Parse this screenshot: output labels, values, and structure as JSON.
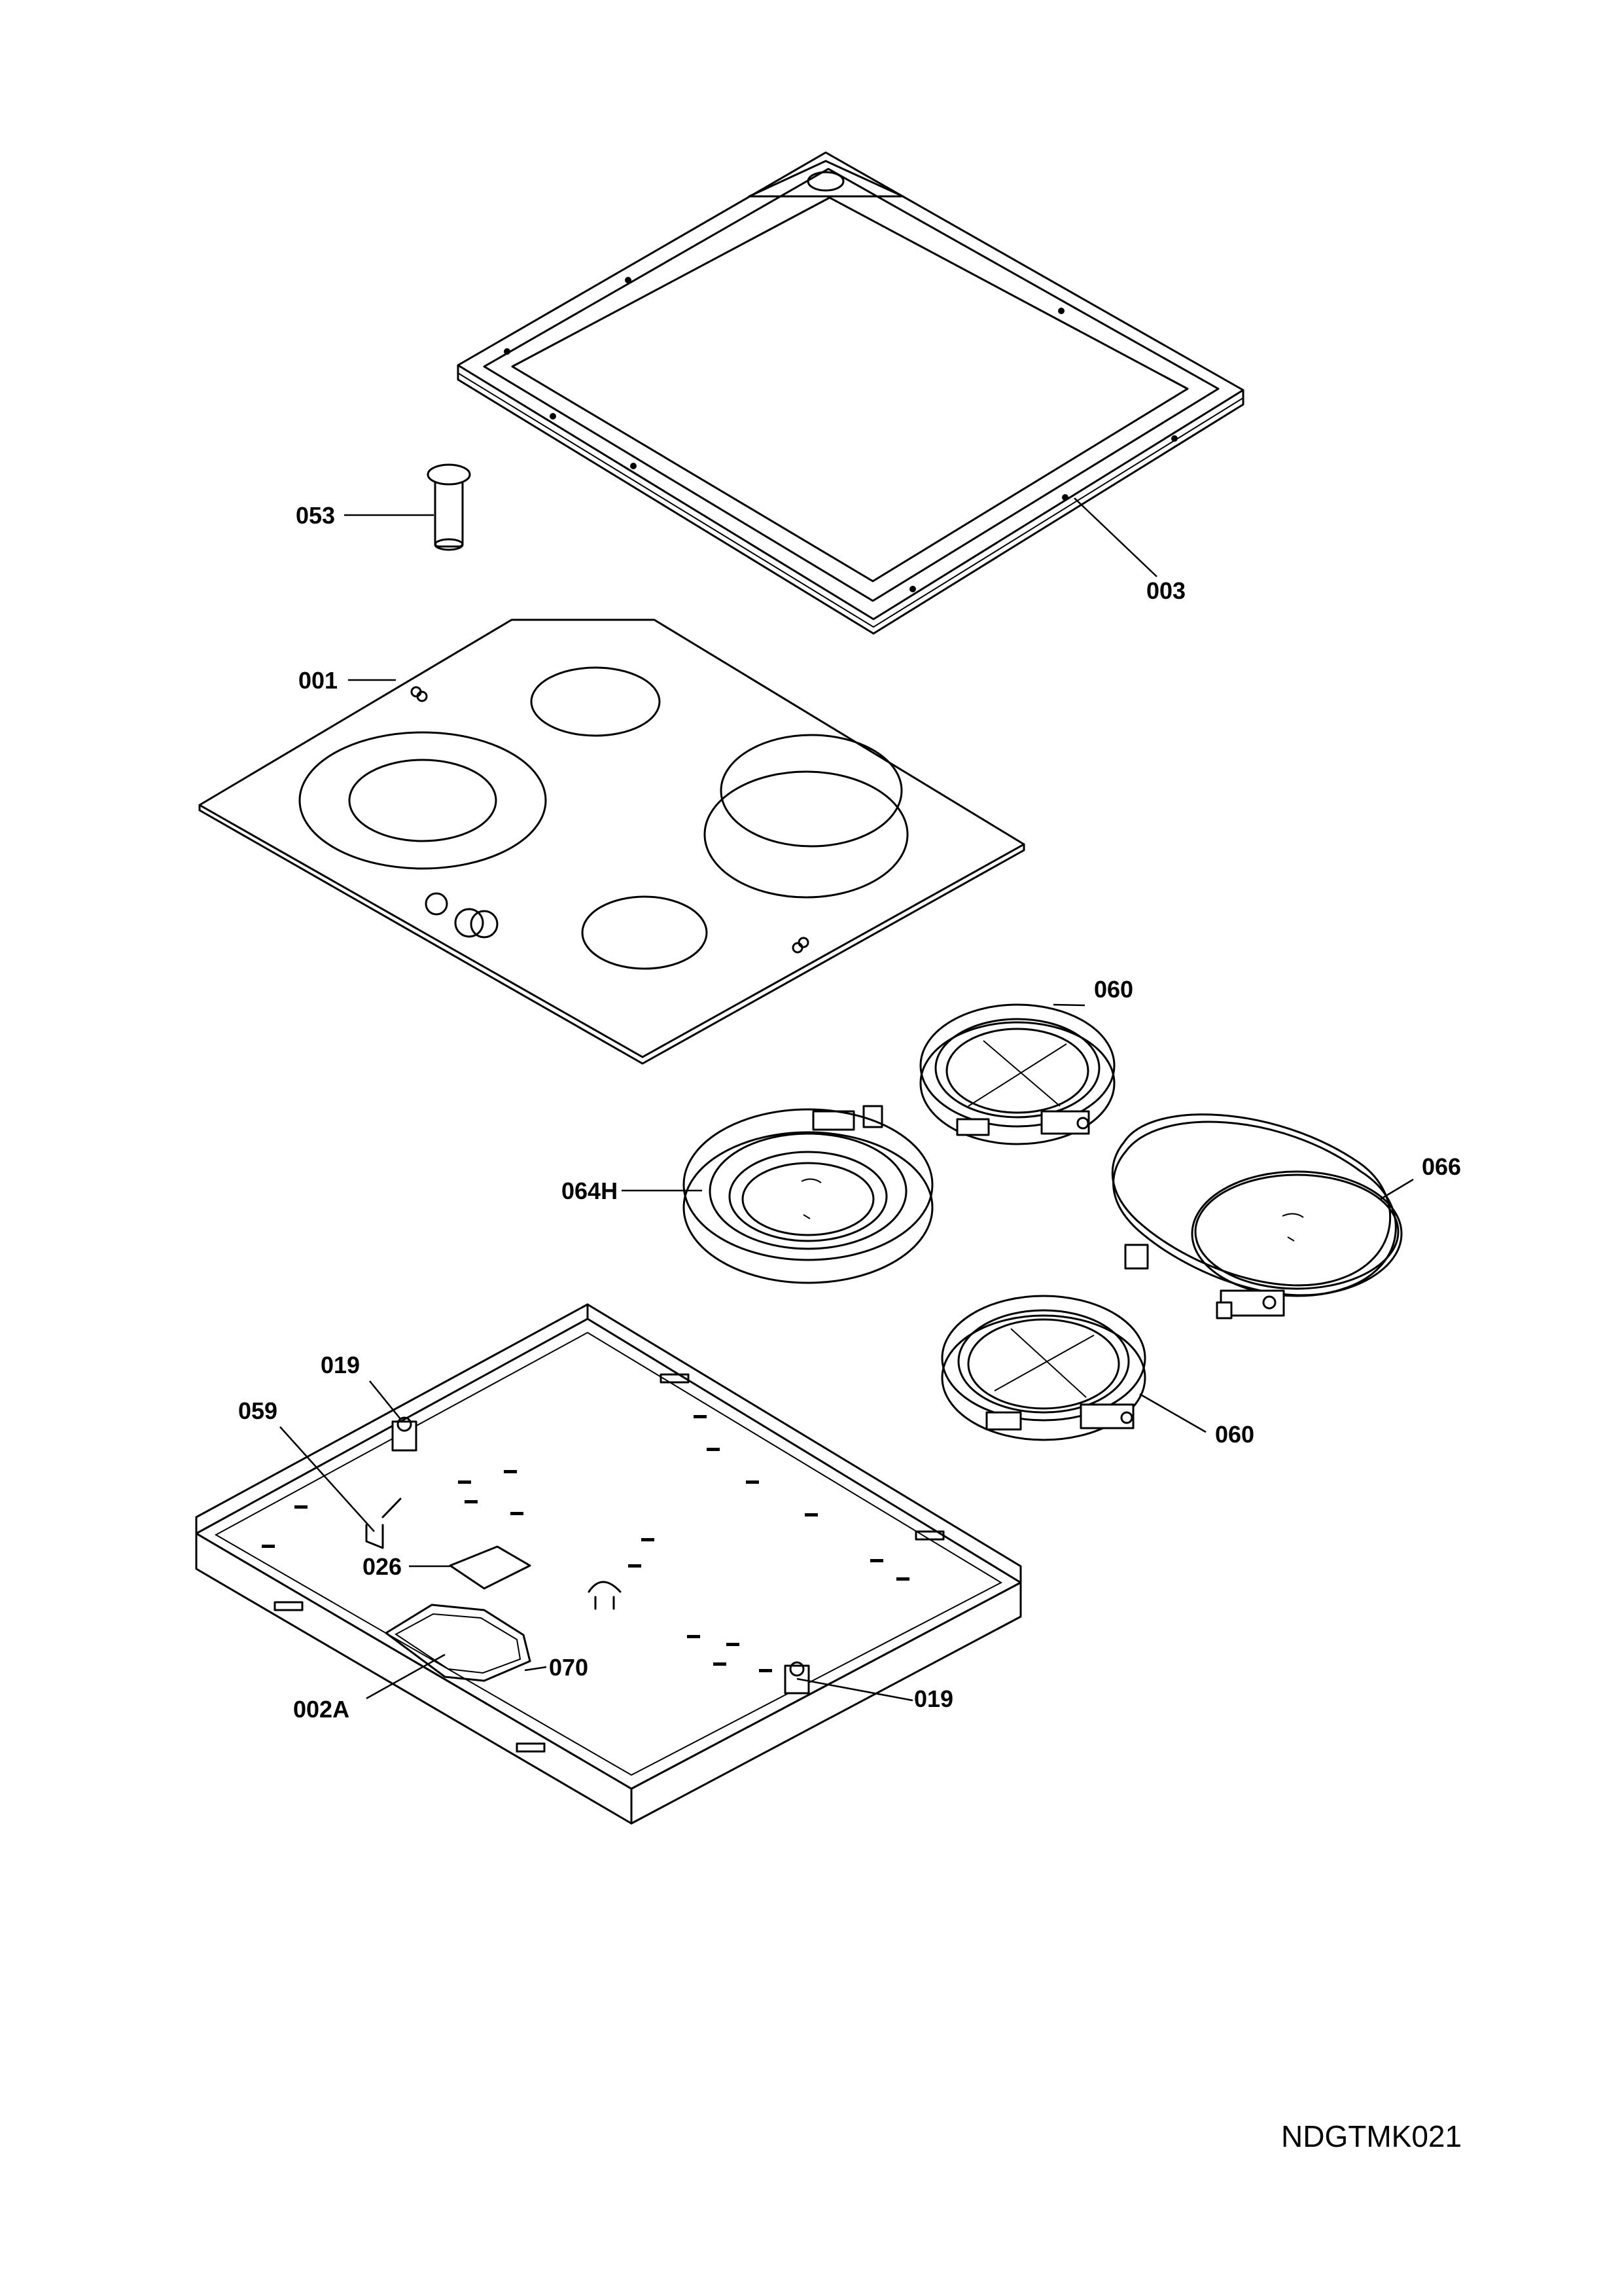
{
  "diagram": {
    "drawing_ref": "NDGTMK021",
    "parts": {
      "p003": "003",
      "p053": "053",
      "p001": "001",
      "p060_top": "060",
      "p064H": "064H",
      "p066": "066",
      "p060_bottom": "060",
      "p019_top": "019",
      "p059": "059",
      "p026": "026",
      "p070": "070",
      "p002A": "002A",
      "p019_bottom": "019"
    }
  }
}
